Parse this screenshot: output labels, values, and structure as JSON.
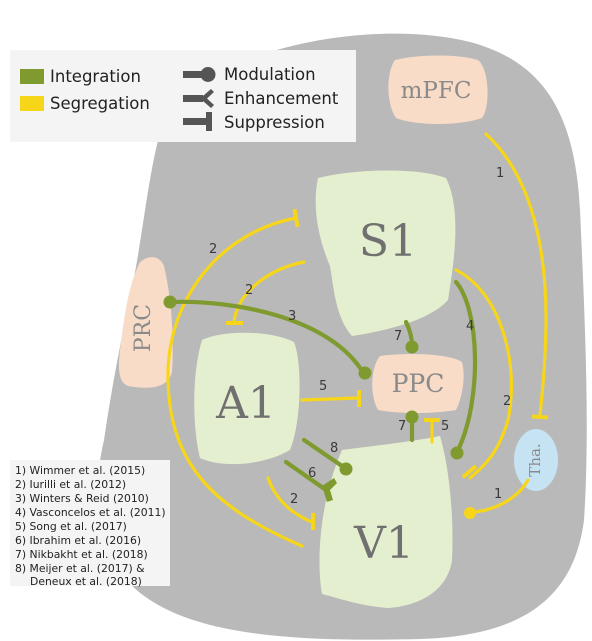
{
  "legend": {
    "integration": "Integration",
    "segregation": "Segregation",
    "modulation": "Modulation",
    "enhancement": "Enhancement",
    "suppression": "Suppression"
  },
  "regions": {
    "mpfc": "mPFC",
    "s1": "S1",
    "prc": "PRC",
    "a1": "A1",
    "ppc": "PPC",
    "v1": "V1",
    "tha": "Tha."
  },
  "edge_labels": {
    "mpfc_tha": "1",
    "v1_s1": "2",
    "s1_a1": "2",
    "prc_ppc": "3",
    "s1_v1": "4",
    "s1_ppc": "7",
    "a1_ppc": "5",
    "v1_ppc_7": "7",
    "v1_ppc_5": "5",
    "v1_s1_right": "2",
    "a1_v1_8": "8",
    "v1_a1_6": "6",
    "a1_v1_2": "2",
    "tha_v1": "1"
  },
  "references": [
    "1) Wimmer et al. (2015)",
    "2) Iurilli et al. (2012)",
    "3) Winters & Reid (2010)",
    "4) Vasconcelos et al. (2011)",
    "5) Song et al. (2017)",
    "6) Ibrahim et al. (2016)",
    "7) Nikbakht et al. (2018)",
    "8) Meijer et al. (2017) &",
    "Deneux et al. (2018)"
  ],
  "colors": {
    "integration": "#7f9a2e",
    "segregation": "#f7d619",
    "brain": "#b8b8b8",
    "sensory_area": "#e4efcf",
    "association_area": "#f8dcc8",
    "thalamus": "#c5e3f2"
  }
}
